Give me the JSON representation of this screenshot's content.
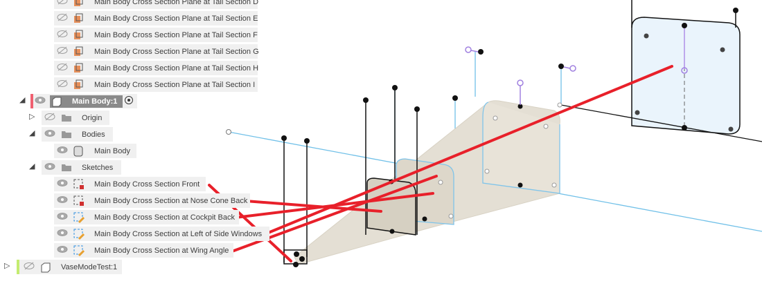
{
  "browser": {
    "planes": [
      {
        "label": "Main Body Cross Section Plane at Tail Section D",
        "visible": false
      },
      {
        "label": "Main Body Cross Section Plane at Tail Section E",
        "visible": false
      },
      {
        "label": "Main Body Cross Section Plane at Tail Section F",
        "visible": false
      },
      {
        "label": "Main Body Cross Section Plane at Tail Section G",
        "visible": false
      },
      {
        "label": "Main Body Cross Section Plane at Tail Section H",
        "visible": false
      },
      {
        "label": "Main Body Cross Section Plane at Tail Section I",
        "visible": false
      }
    ],
    "component": {
      "label": "Main Body:1",
      "color": "#f06070",
      "active": true
    },
    "origin": {
      "label": "Origin",
      "visible": false
    },
    "bodies": {
      "label": "Bodies",
      "items": [
        {
          "label": "Main Body"
        }
      ]
    },
    "sketches": {
      "label": "Sketches",
      "items": [
        {
          "label": "Main Body Cross Section Front",
          "icon": "locked-sketch-icon"
        },
        {
          "label": "Main Body Cross Section at Nose Cone Back",
          "icon": "locked-sketch-icon"
        },
        {
          "label": "Main Body Cross Section at Cockpit Back",
          "icon": "edit-sketch-icon"
        },
        {
          "label": "Main Body Cross Section at Left of Side Windows",
          "icon": "edit-sketch-icon"
        },
        {
          "label": "Main Body Cross Section at Wing Angle",
          "icon": "edit-sketch-icon"
        }
      ]
    },
    "other_component": {
      "label": "VaseModeTest:1",
      "color": "#c4ec70",
      "visible": false
    }
  },
  "colors": {
    "annotation": "#e8202a",
    "sketch_line": "#70c0e8",
    "body": "#e4dfd4",
    "constraint": "#a080e0"
  }
}
